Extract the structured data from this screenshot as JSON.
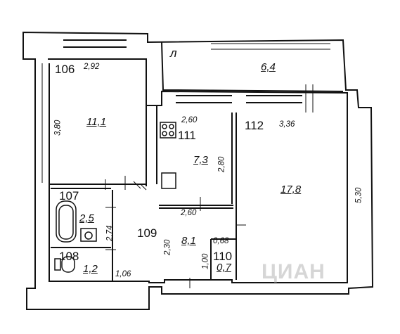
{
  "rooms": {
    "r106": {
      "number": "106",
      "area": "11,1",
      "width": "2,92",
      "height": "3,80"
    },
    "r107": {
      "number": "107",
      "area": "2,5"
    },
    "r108": {
      "number": "108",
      "area": "1,2"
    },
    "r109": {
      "number": "109",
      "area": "8,1",
      "dim_a": "2,74",
      "dim_b": "2,30",
      "dim_c": "1,06"
    },
    "r110": {
      "number": "110",
      "area": "0,7",
      "width": "0,68",
      "height": "1,00"
    },
    "r111": {
      "number": "111",
      "area": "7,3",
      "width": "2,60",
      "height": "2,80",
      "bottom_width": "2,60"
    },
    "r112": {
      "number": "112",
      "area": "17,8",
      "width": "3,36",
      "height": "5,30"
    },
    "balcony": {
      "mark": "л",
      "area": "6,4"
    }
  },
  "watermark": "ЦИАН"
}
